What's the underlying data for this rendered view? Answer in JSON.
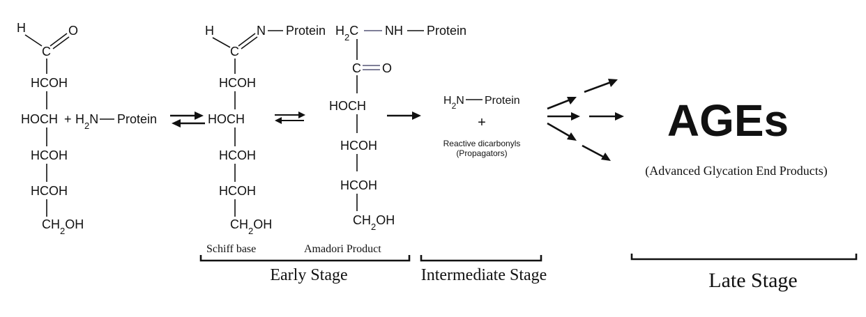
{
  "glucose": {
    "h": "H",
    "o": "O",
    "c": "C",
    "rows": [
      "HCOH",
      "HOCH",
      "HCOH",
      "HCOH"
    ],
    "terminal_main": "CH",
    "terminal_sub": "2",
    "terminal_tail": "OH"
  },
  "reactant": {
    "plus": "+",
    "amine_h": "H",
    "amine_sub": "2",
    "amine_n": "N",
    "protein": "Protein"
  },
  "schiff": {
    "h": "H",
    "n": "N",
    "c": "C",
    "protein": "Protein",
    "rows": [
      "HCOH",
      "HOCH",
      "HCOH",
      "HCOH"
    ],
    "terminal_main": "CH",
    "terminal_sub": "2",
    "terminal_tail": "OH",
    "label": "Schiff base"
  },
  "amadori": {
    "top_h": "H",
    "top_sub": "2",
    "top_c": "C",
    "nh": "NH",
    "protein": "Protein",
    "c": "C",
    "o": "O",
    "rows": [
      "HOCH",
      "HCOH",
      "HCOH"
    ],
    "terminal_main": "CH",
    "terminal_sub": "2",
    "terminal_tail": "OH",
    "label": "Amadori Product"
  },
  "intermediate": {
    "h": "H",
    "sub": "2",
    "n": "N",
    "protein": "Protein",
    "plus": "+",
    "dicarbonyl_line1": "Reactive dicarbonyls",
    "dicarbonyl_line2": "(Propagators)"
  },
  "ages": {
    "title": "AGEs",
    "subtitle": "(Advanced Glycation End Products)"
  },
  "stages": {
    "early": "Early Stage",
    "intermediate": "Intermediate Stage",
    "late": "Late Stage"
  }
}
